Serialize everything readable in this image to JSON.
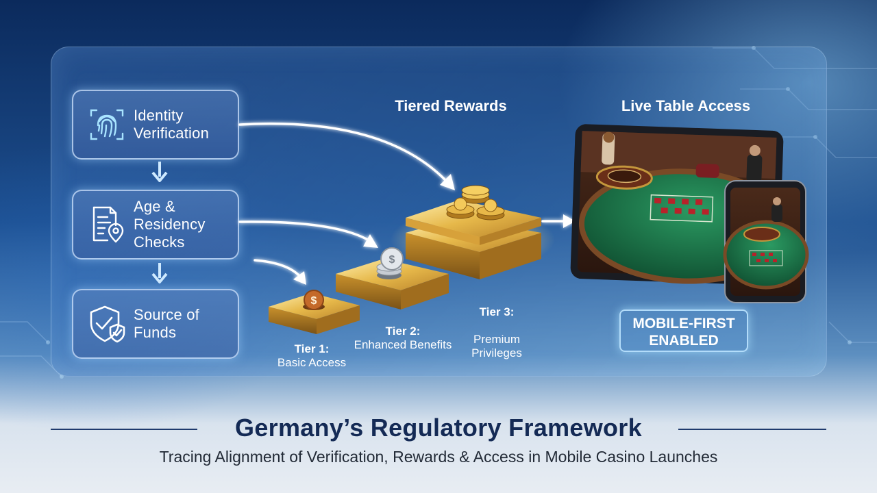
{
  "steps": [
    {
      "label": "Identity\nVerification",
      "icon": "fingerprint-icon"
    },
    {
      "label": "Age &\nResidency\nChecks",
      "icon": "document-location-icon"
    },
    {
      "label": "Source of\nFunds",
      "icon": "shield-check-icon"
    }
  ],
  "rewards": {
    "title": "Tiered Rewards",
    "tiers": [
      {
        "name": "Tier 1:",
        "desc": "Basic Access"
      },
      {
        "name": "Tier 2:",
        "desc": "Enhanced Benefits"
      },
      {
        "name": "Tier 3:",
        "desc": "Premium\nPrivileges"
      }
    ]
  },
  "live": {
    "title": "Live Table Access",
    "badge": "MOBILE-FIRST\nENABLED"
  },
  "footer": {
    "title": "Germany’s Regulatory Framework",
    "subtitle": "Tracing Alignment of Verification, Rewards & Access in Mobile Casino Launches"
  },
  "colors": {
    "gold": "#d9a93a",
    "navy": "#142a55",
    "felt": "#1f7a4e"
  }
}
